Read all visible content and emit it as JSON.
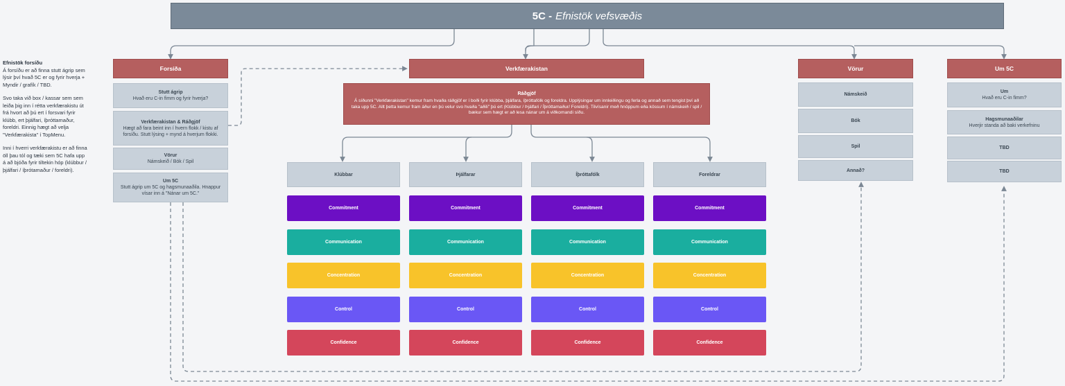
{
  "title": {
    "bold": "5C -",
    "italic": "Efnistök vefsvæðis"
  },
  "side_note": {
    "heading": "Efnistök forsíðu",
    "p1": "Á forsíðu er að finna stutt ágrip sem lýsir því hvað 5C er og fyrir hverja + Myndir / grafík / TBD.",
    "p2": "Svo taka við box / kassar sem sem leiða þig inn í rétta verkfærakistu út frá hvort að þú ert í forsvari fyrir klúbb, ert þjálfari, íþróttamaður, foreldri. Einnig hægt að velja \"Verkfærakista\" í TopMenu.",
    "p3": "Inni í hverri verkfærakistu er að finna öll þau tól og tæki sem 5C hafa upp á að bjóða fyrir tiltekin hóp (klúbbur / þjálfari / íþrótamaður / foreldri)."
  },
  "forsida": {
    "header": "Forsíða",
    "cards": [
      {
        "title": "Stutt ágrip",
        "text": "Hvað eru C-in fimm og fyrir hverja?"
      },
      {
        "title": "Verkfærakistan & Ráðgjöf",
        "text": "Hægt að fara beint inn í hvern flokk / kistu af forsíðu. Stutt lýsing + mynd á hverjum flokki."
      },
      {
        "title": "Vörur",
        "text": "Námskeið / Bók / Spil"
      },
      {
        "title": "Um 5C",
        "text": "Stutt ágrip um 5C og hagsmunaaðila. Hnappur vísar inn á \"Nánar um 5C.\""
      }
    ]
  },
  "verkfaerakistan": {
    "header": "Verkfærakistan",
    "radgjof": {
      "title": "Ráðgjöf",
      "text": "Á síðunni \"Verkfærakistan\" kemur fram hvaða ráðgjöf er í boði fyrir klúbba, þjálfara, íþróttafólk og foreldra. Upplýsingar um innleiðingu og ferla og annað sem tengist því að taka upp 5C. Allt þetta kemur fram áður en þú velur svo hvaða \"aðili\" þú ert (Klúbbur / Þjálfari / Íþróttamaður/ Foreldri). Tilvísanir með hnöppum eða kössum í námskeið / spil / bækur sem hægt er að lesa nánar um á viðkomandi síðu."
    },
    "columns": [
      "Klúbbar",
      "Þjálfarar",
      "Íþróttafólk",
      "Foreldrar"
    ],
    "c_items": [
      {
        "label": "Commitment",
        "color": "#6c0fc4"
      },
      {
        "label": "Communication",
        "color": "#1aae9f"
      },
      {
        "label": "Concentration",
        "color": "#f8c32a"
      },
      {
        "label": "Control",
        "color": "#6a57f5"
      },
      {
        "label": "Confidence",
        "color": "#d4465b"
      }
    ]
  },
  "vorur": {
    "header": "Vörur",
    "cards": [
      "Námskeið",
      "Bók",
      "Spil",
      "Annað?"
    ]
  },
  "um5c": {
    "header": "Um 5C",
    "cards": [
      {
        "title": "Um",
        "text": "Hvað eru C-in fimm?"
      },
      {
        "title": "Hagsmunaaðilar",
        "text": "Hverjir standa að baki verkefninu"
      },
      {
        "title": "TBD",
        "text": ""
      },
      {
        "title": "TBD",
        "text": ""
      }
    ]
  }
}
